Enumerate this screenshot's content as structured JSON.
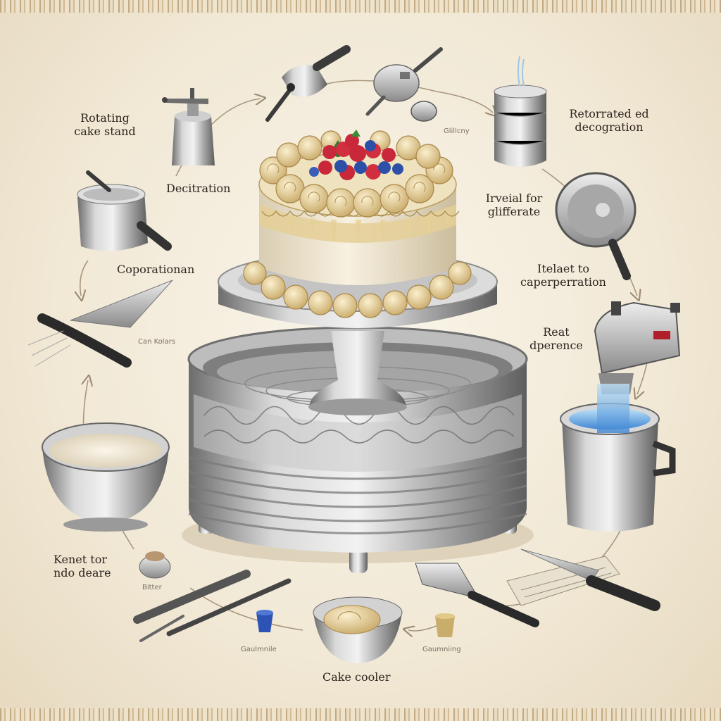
{
  "labels": {
    "rotating_stand": [
      "Rotating",
      "cake stand"
    ],
    "decoration_left": "Decitration",
    "coporation": "Coporationan",
    "can_knives": "Can Kolars",
    "knead_for": [
      "Kenet tor",
      "ndo deare"
    ],
    "small_bottom_left": "Bitter",
    "gallery_small": "Glillcny",
    "retorrated": [
      "Retorrated ed",
      "decogration"
    ],
    "ireal_for": [
      "Irveial for",
      "glifferate"
    ],
    "relaet_to": [
      "Itelaet to",
      "caperperration"
    ],
    "heat_dependence": [
      "Reat",
      "dperence"
    ],
    "gaulate_left": "Gaulmnile",
    "gaulate_right": "Gaumniing",
    "cake_cooler": "Cake cooler"
  },
  "colors": {
    "background": "#f4ecdc",
    "metal": "#b8b8b8",
    "frosting": "#e6cf9a",
    "strawberry": "#c8283a",
    "blueberry": "#2c4fa8",
    "text": "#2e2620"
  }
}
